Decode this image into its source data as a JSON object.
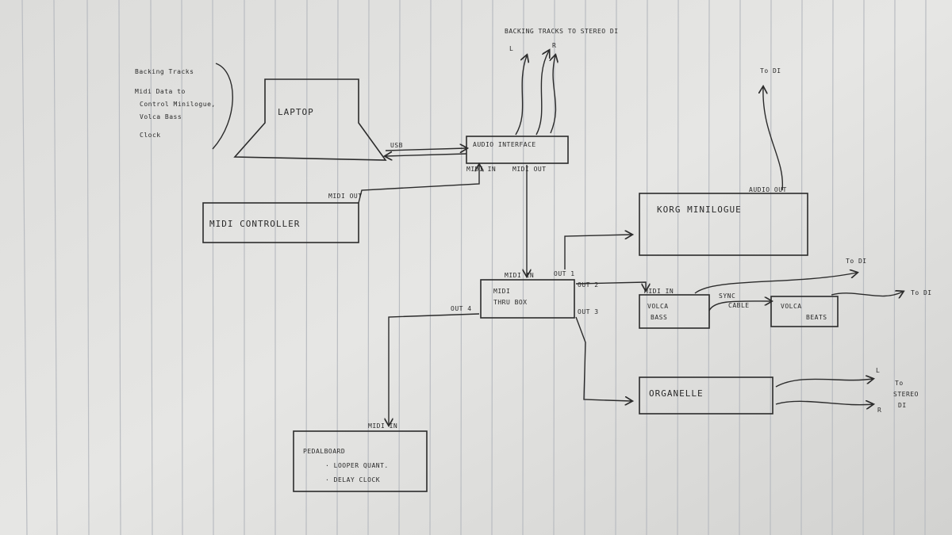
{
  "notes": {
    "item1": "Backing Tracks",
    "item2": "Midi Data to",
    "item2b": "Control Minilogue,",
    "item2c": "Volca Bass",
    "item3": "Clock"
  },
  "laptop": {
    "label": "LAPTOP"
  },
  "usb_label": "USB",
  "audio_interface": {
    "label": "AUDIO INTERFACE",
    "midi_in": "MIDI IN",
    "midi_out": "MIDI OUT"
  },
  "backing_tracks_out": {
    "label": "BACKING TRACKS TO STEREO DI",
    "left": "L",
    "right": "R"
  },
  "midi_controller": {
    "label": "MIDI CONTROLLER",
    "midi_out": "MIDI OUT"
  },
  "midi_thru_box": {
    "label_line1": "MIDI",
    "label_line2": "THRU BOX",
    "midi_in": "MIDI IN",
    "out1": "OUT 1",
    "out2": "OUT 2",
    "out3": "OUT 3",
    "out4": "OUT 4"
  },
  "minilogue": {
    "label": "KORG MINILOGUE",
    "audio_out": "AUDIO OUT",
    "to_di": "To DI"
  },
  "volca_bass": {
    "label_line1": "VOLCA",
    "label_line2": "BASS",
    "midi_in": "MIDI IN",
    "sync_label": "SYNC",
    "cable_label": "CABLE",
    "to_di": "To DI"
  },
  "volca_beats": {
    "label_line1": "VOLCA",
    "label_line2": "BEATS",
    "to_di": "To DI"
  },
  "organelle": {
    "label": "ORGANELLE",
    "left": "L",
    "right": "R",
    "to_stereo_line1": "To",
    "to_stereo_line2": "STEREO",
    "to_stereo_line3": "DI"
  },
  "pedalboard": {
    "label": "PEDALBOARD",
    "item1": "· LOOPER QUANT.",
    "item2": "· DELAY CLOCK",
    "midi_in": "MIDI IN"
  }
}
